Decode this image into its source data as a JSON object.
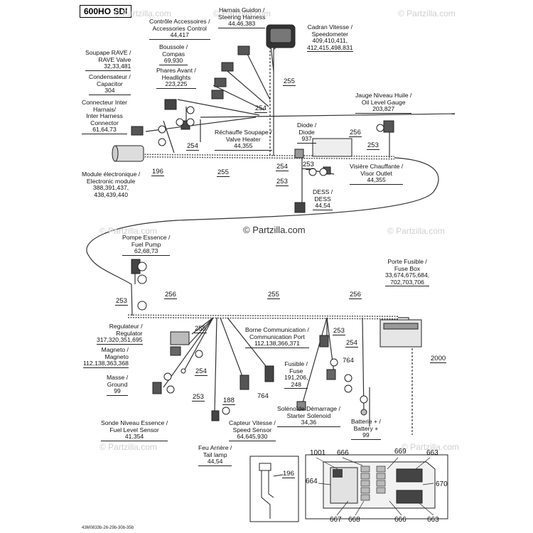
{
  "model": "600HO SDI",
  "watermarks": {
    "main": "© Partzilla.com",
    "faint": "© Partzilla.com"
  },
  "labels": {
    "steering_harness": {
      "l1": "Harnais Guidon /",
      "l2": "Steering Harness",
      "ref": "44,46,383"
    },
    "accessories_control": {
      "l1": "Contrôle Accessoires /",
      "l2": "Accessories Control",
      "ref": "44,417"
    },
    "speedometer": {
      "l1": "Cadran Vitesse /",
      "l2": "Speedometer",
      "ref1": "409,410,411,",
      "ref2": "412,415,498,831"
    },
    "compass": {
      "l1": "Boussole /",
      "l2": "Compas",
      "ref": "69,930"
    },
    "rave_valve": {
      "l1": "Soupape RAVE /",
      "l2": "RAVE Valve",
      "ref": "32,33,481"
    },
    "headlights": {
      "l1": "Phares Avant /",
      "l2": "Headlights",
      "ref": "223,225"
    },
    "capacitor": {
      "l1": "Condensateur /",
      "l2": "Capacitor",
      "ref": "304"
    },
    "oil_gauge": {
      "l1": "Jauge Niveau Huile /",
      "l2": "Oil Level Gauge",
      "ref": "203,827"
    },
    "inter_harness": {
      "l1": "Connecteur Inter",
      "l2": "Harnais/",
      "l3": "Inter Harness",
      "l4": "Connector",
      "ref": "61,64,73"
    },
    "valve_heater": {
      "l1": "Réchauffe Soupape /",
      "l2": "Valve Heater",
      "ref": "44,355"
    },
    "diode": {
      "l1": "Diode /",
      "l2": "Diode",
      "ref": "937"
    },
    "ecm": {
      "l1": "Module électronique /",
      "l2": "Electronic module",
      "ref1": "388,391,437,",
      "ref2": "438,439,440"
    },
    "visor_outlet": {
      "l1": "Visière Chauffante /",
      "l2": "Visor Outlet",
      "ref": "44,355"
    },
    "dess": {
      "l1": "DESS /",
      "l2": "DESS",
      "ref": "44,54"
    },
    "fuel_pump": {
      "l1": "Pompe Essence /",
      "l2": "Fuel Pump",
      "ref": "62,68,73"
    },
    "fuse_box": {
      "l1": "Porte Fusible /",
      "l2": "Fuse Box",
      "ref1": "33,674,675,684,",
      "ref2": "702,703,706"
    },
    "regulator": {
      "l1": "Regulateur /",
      "l2": "Regulator",
      "ref": "317,320,351,695"
    },
    "comm_port": {
      "l1": "Borne Communication /",
      "l2": "Communication Port",
      "ref": "112,138,366,371"
    },
    "magneto": {
      "l1": "Magneto /",
      "l2": "Magneto",
      "ref": "112,138,363,368"
    },
    "fuse": {
      "l1": "Fusible /",
      "l2": "Fuse",
      "ref1": "191,206,",
      "ref2": "248"
    },
    "ground": {
      "l1": "Masse /",
      "l2": "Ground",
      "ref": "99"
    },
    "starter_solenoid": {
      "l1": "Solénoïde Démarrage /",
      "l2": "Starter Solenoid",
      "ref": "34,36"
    },
    "fuel_level_sensor": {
      "l1": "Sonde Niveau Essence /",
      "l2": "Fuel Level Sensor",
      "ref": "41,354"
    },
    "speed_sensor": {
      "l1": "Capteur Vitesse /",
      "l2": "Speed Sensor",
      "ref": "64,645,930"
    },
    "battery": {
      "l1": "Batterie + /",
      "l2": "Battery +",
      "ref": "99"
    },
    "tail_lamp": {
      "l1": "Feu Arrière /",
      "l2": "Tail lamp",
      "ref": "44,54"
    }
  },
  "callouts": {
    "n255_top": "255",
    "n254_a": "254",
    "n254_b": "254",
    "n256_top": "256",
    "n253_top": "253",
    "n196": "196",
    "n255_mid": "255",
    "n254_c": "254",
    "n253_b": "253",
    "n253_dess": "253",
    "n253_left": "253",
    "n256_left": "256",
    "n255_bot": "255",
    "n256_bot": "256",
    "n255_reg": "255",
    "n253_r": "253",
    "n254_r": "254",
    "n254_m": "254",
    "n253_m": "253",
    "n188": "188",
    "n764_a": "764",
    "n764_b": "764",
    "n2000": "2000",
    "n196_b": "196",
    "n1001": "1001",
    "n666_a": "666",
    "n669": "669",
    "n663_a": "663",
    "n664": "664",
    "n670": "670",
    "n667": "667",
    "n668": "668",
    "n666_b": "666",
    "n663_b": "663"
  },
  "footer": "43M0833b-26-29b-30b-35b"
}
